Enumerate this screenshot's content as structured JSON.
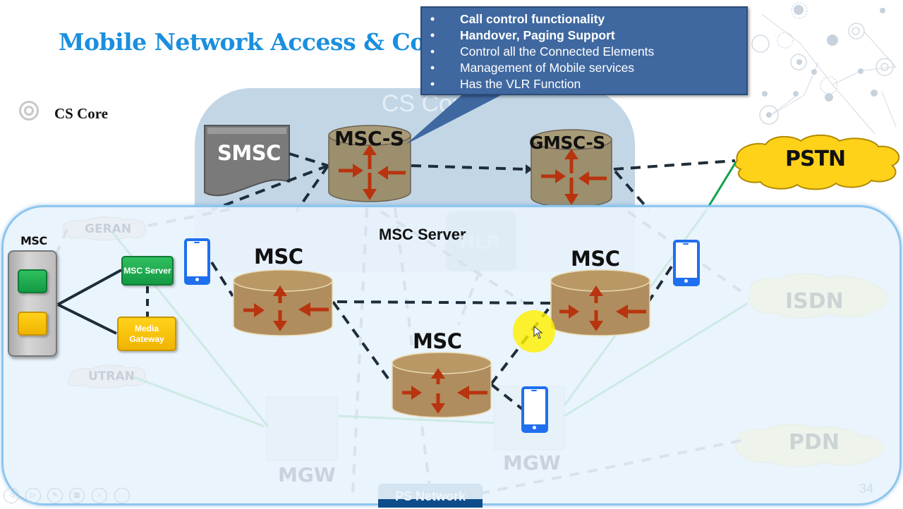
{
  "slide": {
    "title": "Mobile Network Access & Core Elements",
    "bullet": "CS Core",
    "page_number": "34"
  },
  "callout": {
    "items": [
      {
        "text": "Call control functionality",
        "bold": true
      },
      {
        "text": "Handover, Paging Support",
        "bold": true
      },
      {
        "text": "Control all the Connected Elements",
        "bold": false
      },
      {
        "text": "Management of Mobile services",
        "bold": false
      },
      {
        "text": "Has the VLR Function",
        "bold": false
      }
    ],
    "bullet_glyph": "•",
    "background_color": "#3f68a0"
  },
  "cs_core": {
    "region_label": "CS Core",
    "smsc_label": "SMSC",
    "msc_s_label": "MSC-S",
    "gmsc_s_label": "GMSC-S"
  },
  "external_networks": {
    "pstn": "PSTN",
    "isdn": "ISDN",
    "pdn": "PDN"
  },
  "msc_server_panel": {
    "title": "MSC Server",
    "msc_rack_label": "MSC",
    "msc_server_box": "MSC Server",
    "media_gateway_box": "Media Gateway",
    "msc_nodes": [
      "MSC",
      "MSC",
      "MSC"
    ],
    "faded_labels": {
      "geran": "GERAN",
      "utran": "UTRAN",
      "hlr": "HLR",
      "mgw_left": "MGW",
      "mgw_right": "MGW",
      "ps_network": "PS Network"
    }
  },
  "colors": {
    "title_blue": "#1b8fde",
    "cylinder_tan": "#b08d5e",
    "cylinder_olive": "#9c8f6e",
    "arrow_red": "#b8340f",
    "pstn_yellow": "#ffd21a",
    "phone_blue": "#1f6fee",
    "link_green": "#10a34a",
    "dashed_link": "#1e2d3a"
  },
  "playback_controls": [
    {
      "name": "previous",
      "glyph": "◁"
    },
    {
      "name": "next",
      "glyph": "▷"
    },
    {
      "name": "pen",
      "glyph": "✎"
    },
    {
      "name": "slides",
      "glyph": "▦"
    },
    {
      "name": "zoom",
      "glyph": "⌕"
    },
    {
      "name": "more",
      "glyph": "⋯"
    }
  ]
}
